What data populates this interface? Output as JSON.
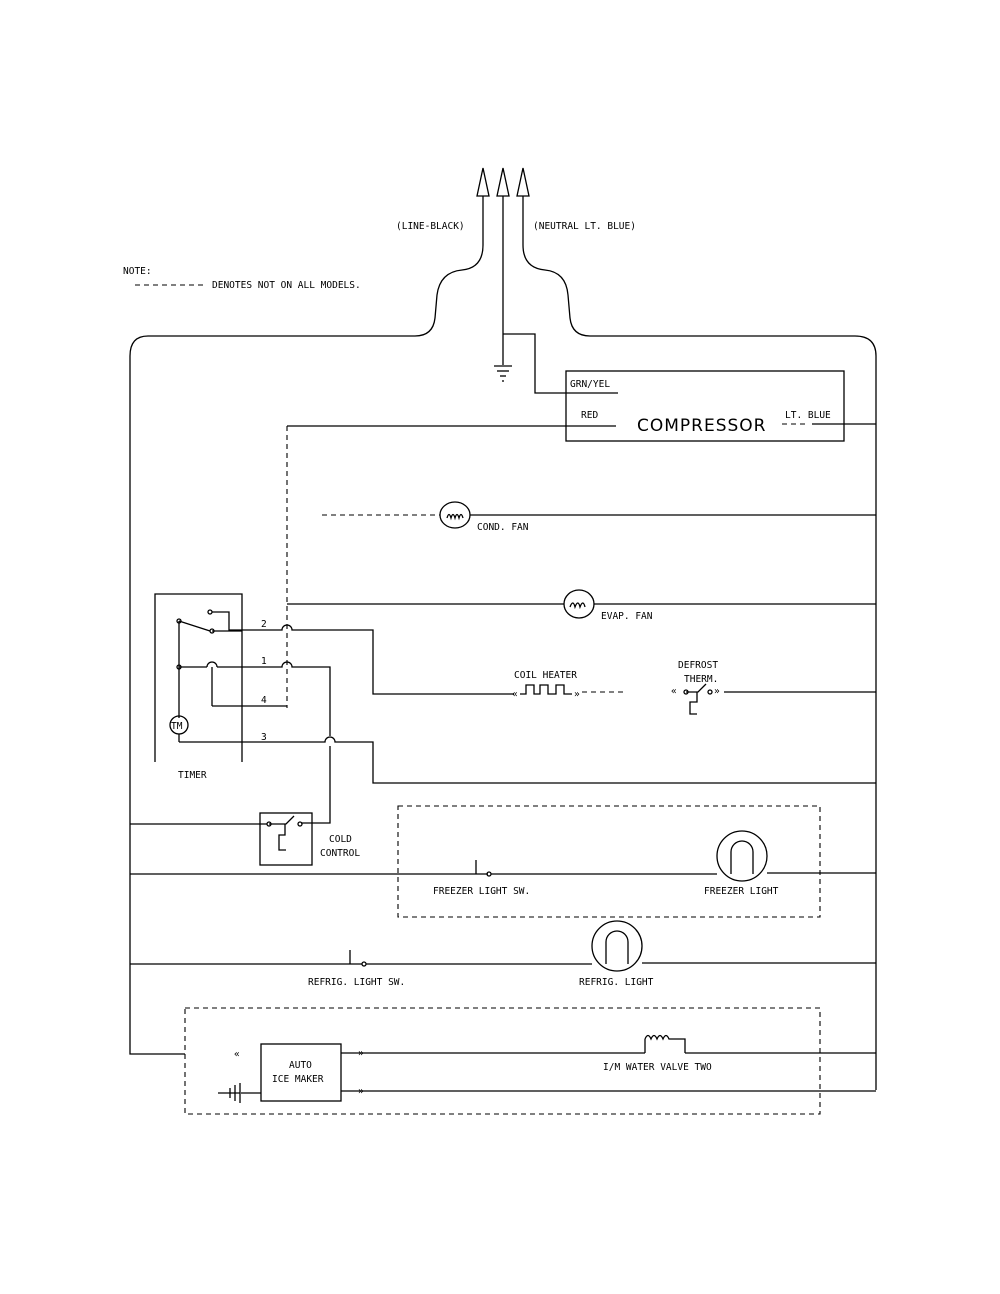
{
  "note": {
    "title": "NOTE:",
    "text": "DENOTES NOT ON ALL MODELS."
  },
  "supply": {
    "line": "(LINE-BLACK)",
    "neutral": "(NEUTRAL LT. BLUE)"
  },
  "compressor": {
    "name": "COMPRESSOR",
    "grn": "GRN/YEL",
    "red": "RED",
    "blue": "LT. BLUE"
  },
  "cond_fan": "COND. FAN",
  "evap_fan": "EVAP. FAN",
  "coil_heater": "COIL HEATER",
  "defrost": {
    "line1": "DEFROST",
    "line2": "THERM."
  },
  "timer": {
    "label": "TIMER",
    "motor": "TM",
    "terminals": [
      "2",
      "1",
      "4",
      "3"
    ]
  },
  "cold_control": {
    "line1": "COLD",
    "line2": "CONTROL"
  },
  "freezer_light_sw": "FREEZER LIGHT SW.",
  "freezer_light": "FREEZER LIGHT",
  "refrig_light_sw": "REFRIG. LIGHT SW.",
  "refrig_light": "REFRIG. LIGHT",
  "ice_maker": {
    "line1": "AUTO",
    "line2": "ICE MAKER"
  },
  "water_valve": "I/M WATER VALVE TWO"
}
